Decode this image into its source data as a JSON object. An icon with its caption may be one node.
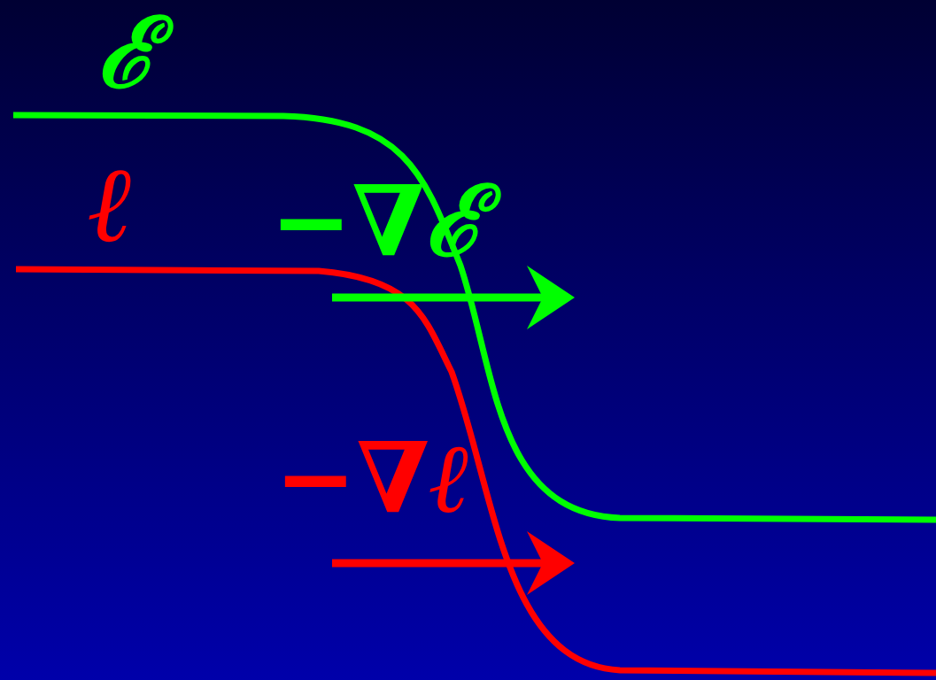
{
  "diagram": {
    "labels": [
      "ℰ",
      "ℓ",
      "−∇ℰ",
      "−∇ℓ"
    ]
  }
}
